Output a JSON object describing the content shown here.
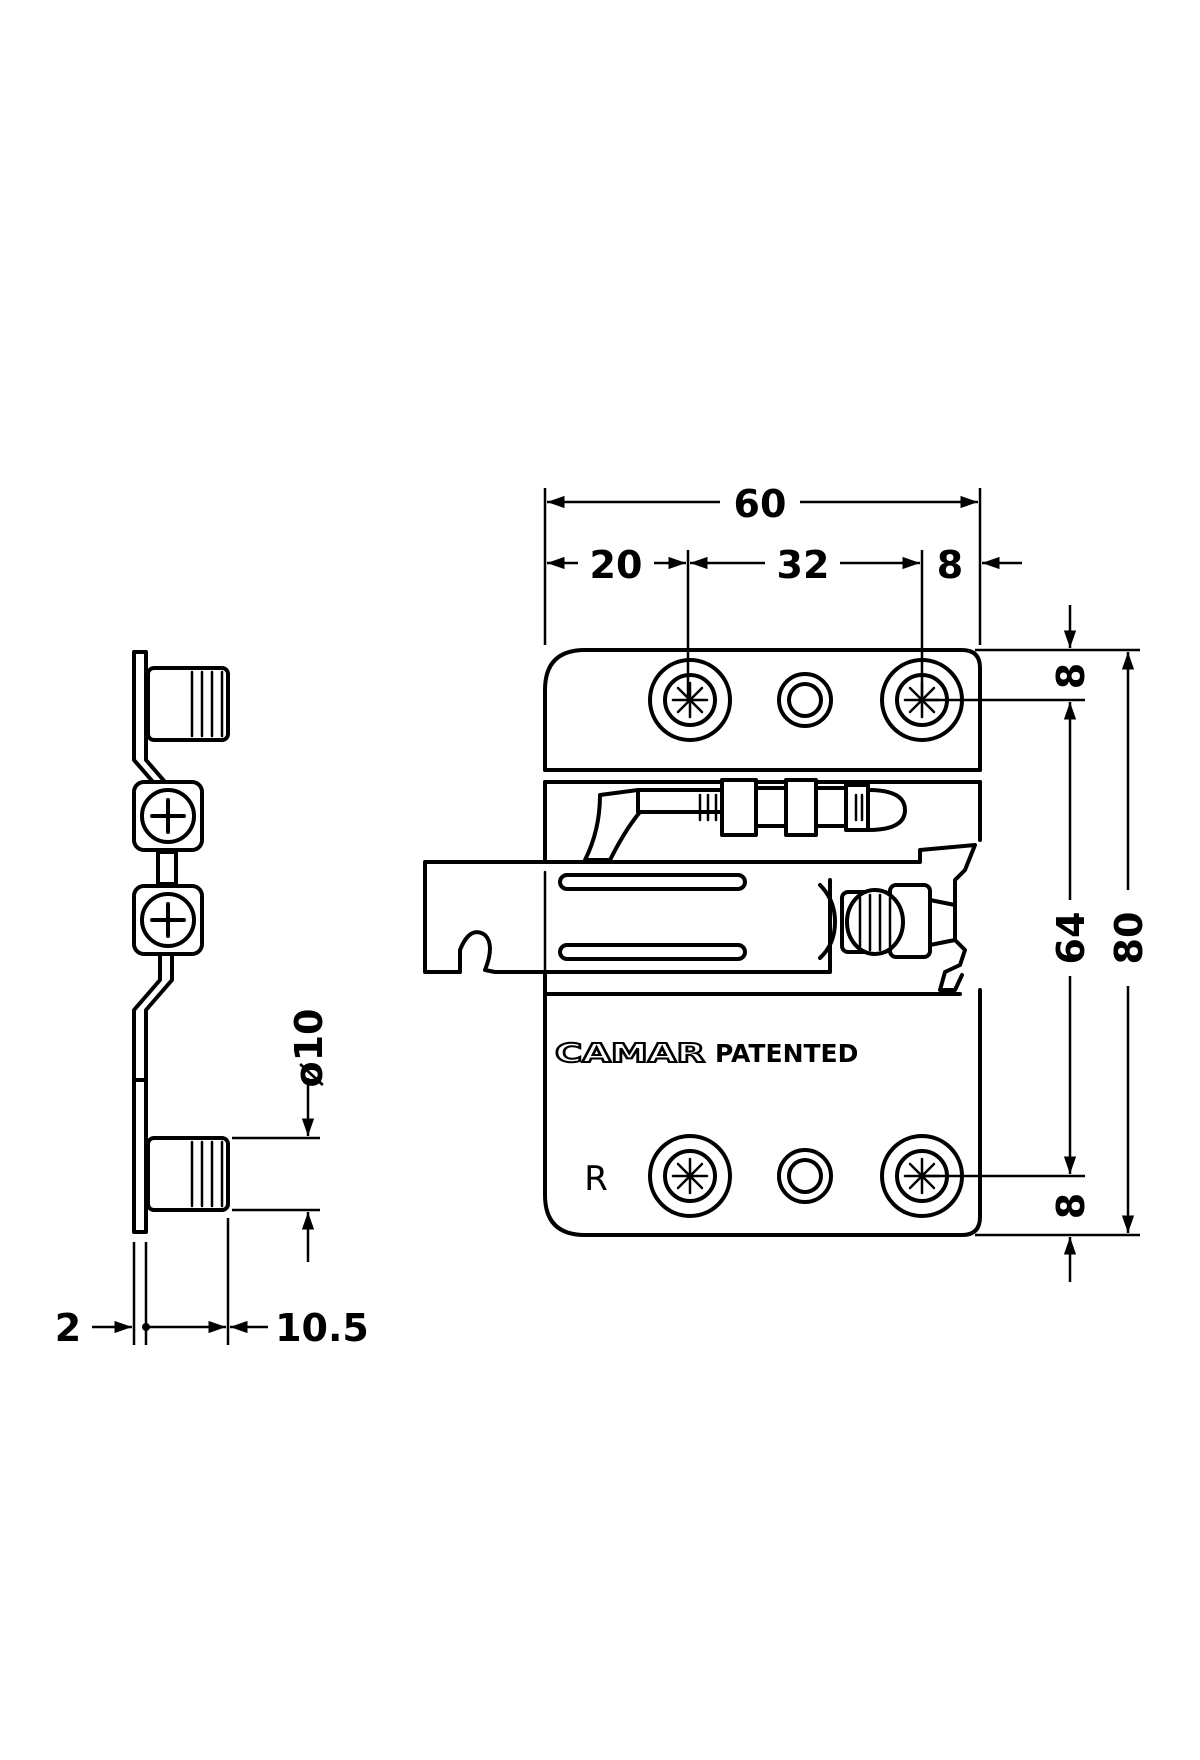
{
  "dimensions": {
    "overall_width": "60",
    "left_edge_to_screw": "20",
    "screw_spacing": "32",
    "screw_to_right_edge": "8",
    "top_offset": "8",
    "screw_vertical_spacing": "64",
    "overall_height": "80",
    "bottom_offset": "8",
    "dowel_diameter": "ø10",
    "plate_thickness": "2",
    "dowel_length": "10.5"
  },
  "markings": {
    "brand": "CAMAR",
    "patent": "PATENTED",
    "side": "R"
  },
  "icons": [
    "phillips-screw-icon",
    "dowel-icon",
    "adjustment-screw-icon"
  ]
}
